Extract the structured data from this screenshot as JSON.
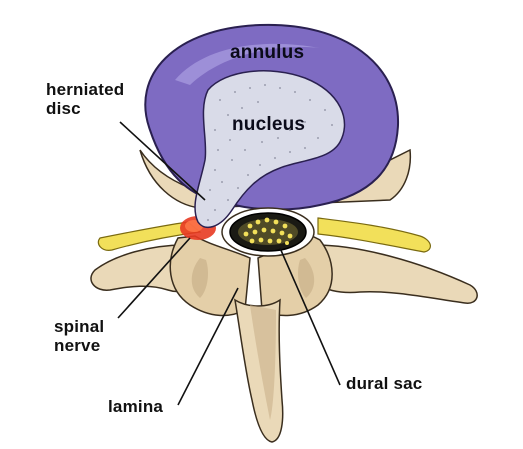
{
  "labels": {
    "annulus": "annulus",
    "nucleus": "nucleus",
    "herniated_line1": "herniated",
    "herniated_line2": "disc",
    "spinal_line1": "spinal",
    "spinal_line2": "nerve",
    "lamina": "lamina",
    "dural_sac": "dural sac"
  },
  "colors": {
    "annulus": "#7e6bc2",
    "annulus_dark": "#5a4a9a",
    "nucleus": "#d9dbe8",
    "bone": "#ead9b8",
    "bone_shadow": "#c9b08a",
    "nerve": "#f2e05a",
    "inflammation": "#e83a22",
    "dural_sac": "#1a1a14"
  }
}
